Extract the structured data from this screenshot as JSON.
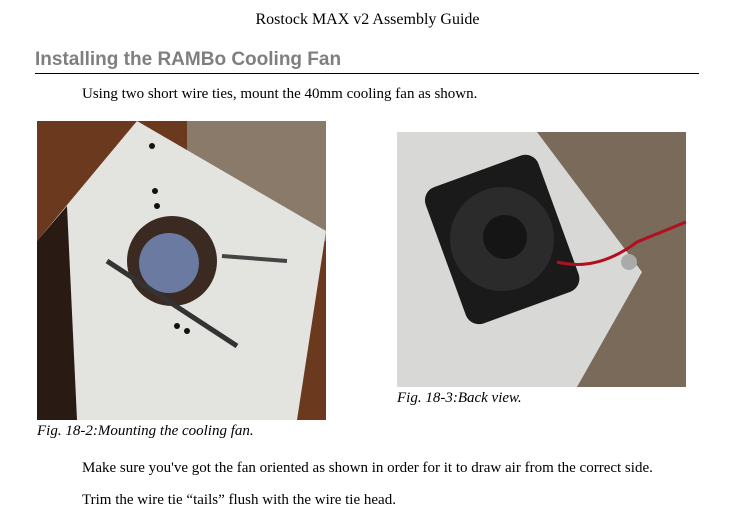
{
  "header": {
    "title": "Rostock MAX v2 Assembly Guide"
  },
  "section": {
    "heading": "Installing the RAMBo Cooling Fan"
  },
  "paragraphs": [
    "Using two short wire ties, mount the 40mm cooling fan as shown.",
    "Make sure you've got the fan oriented as shown in order for it to draw air from the correct side.",
    "Trim the wire tie “tails” flush with the wire tie head."
  ],
  "figures": [
    {
      "caption": "Fig. 18-2:Mounting the cooling fan."
    },
    {
      "caption": "Fig. 18-3:Back view."
    }
  ],
  "colors": {
    "heading": "#7f7f7f"
  }
}
